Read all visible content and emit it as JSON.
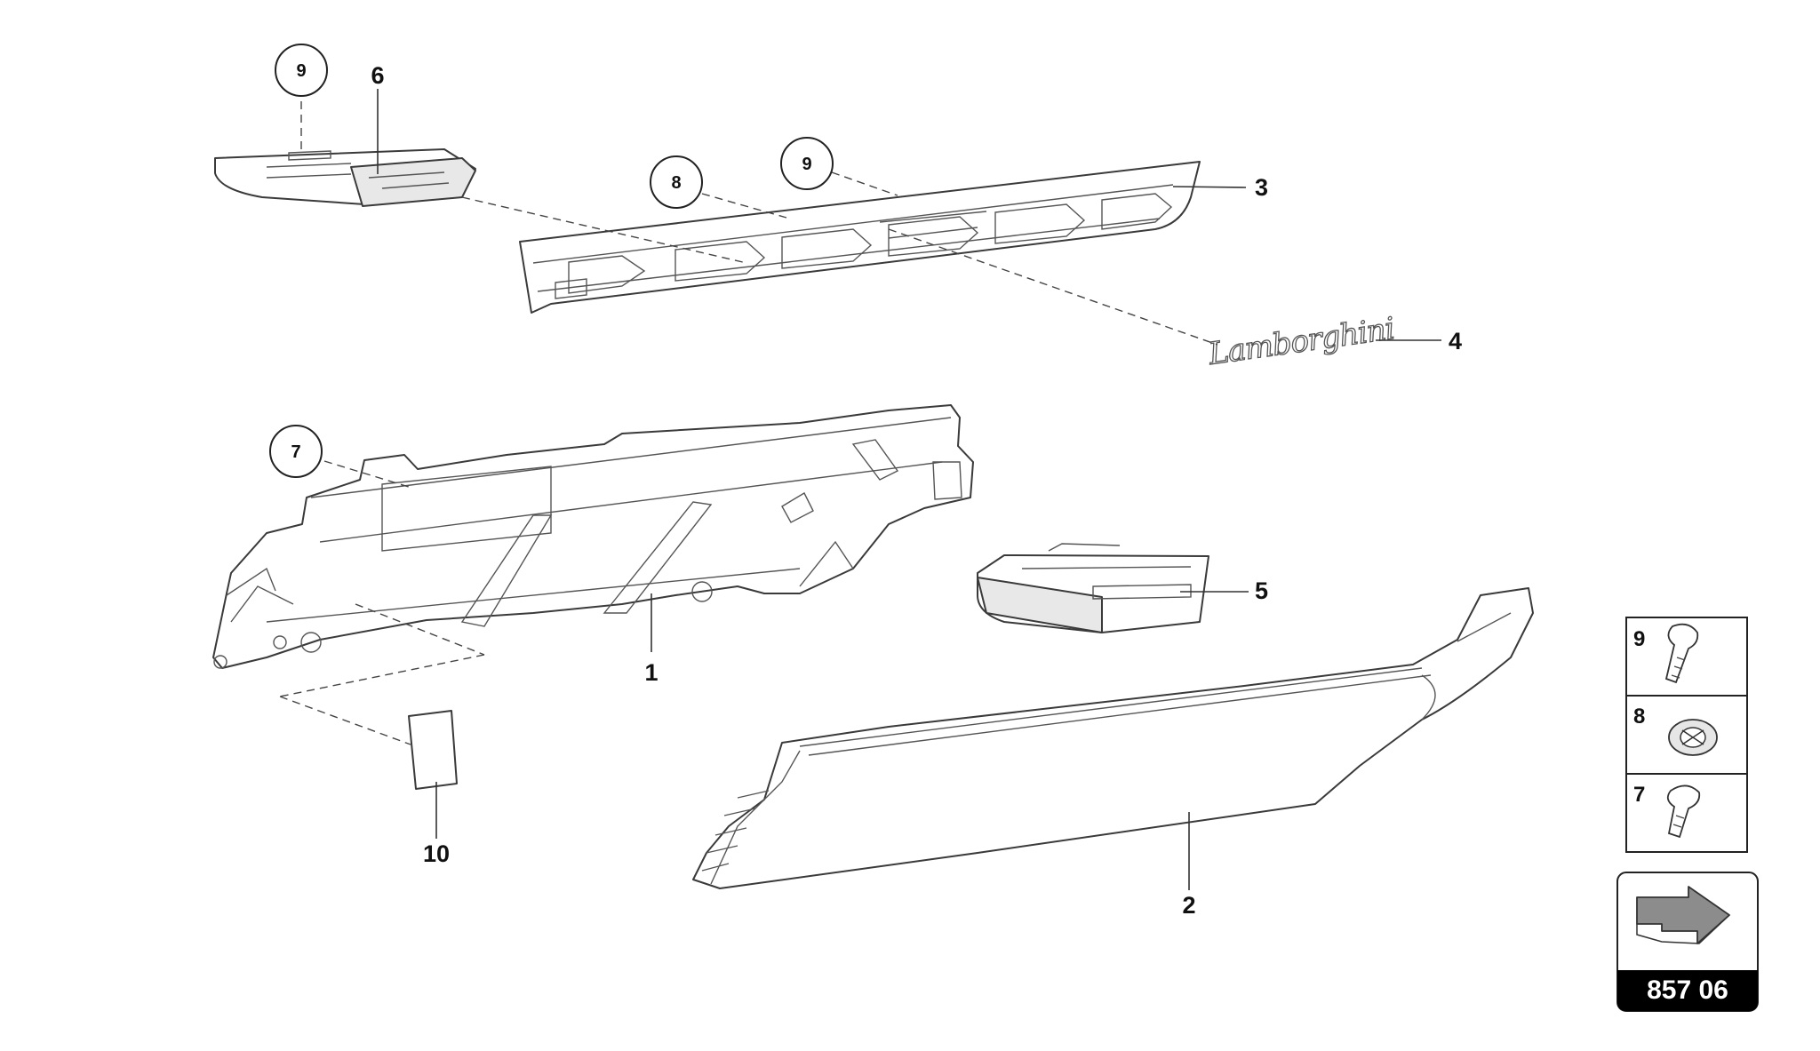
{
  "parts": [
    {
      "id": "p1",
      "number": "1"
    },
    {
      "id": "p2",
      "number": "2"
    },
    {
      "id": "p3",
      "number": "3"
    },
    {
      "id": "p4",
      "number": "4"
    },
    {
      "id": "p5",
      "number": "5"
    },
    {
      "id": "p6",
      "number": "6"
    },
    {
      "id": "p10",
      "number": "10"
    }
  ],
  "callouts": [
    {
      "id": "c9a",
      "number": "9"
    },
    {
      "id": "c8",
      "number": "8"
    },
    {
      "id": "c9b",
      "number": "9"
    },
    {
      "id": "c7",
      "number": "7"
    }
  ],
  "emblem_text": "Lamborghini",
  "hardware_legend": [
    {
      "number": "9",
      "icon": "bolt-icon"
    },
    {
      "number": "8",
      "icon": "clip-nut-icon"
    },
    {
      "number": "7",
      "icon": "screw-icon"
    }
  ],
  "reference": {
    "text": "857 06",
    "icon": "arrow-icon"
  },
  "colors": {
    "line": "#3a3a3a",
    "ref_box": "#000000",
    "arrow": "#8c8c8c"
  }
}
